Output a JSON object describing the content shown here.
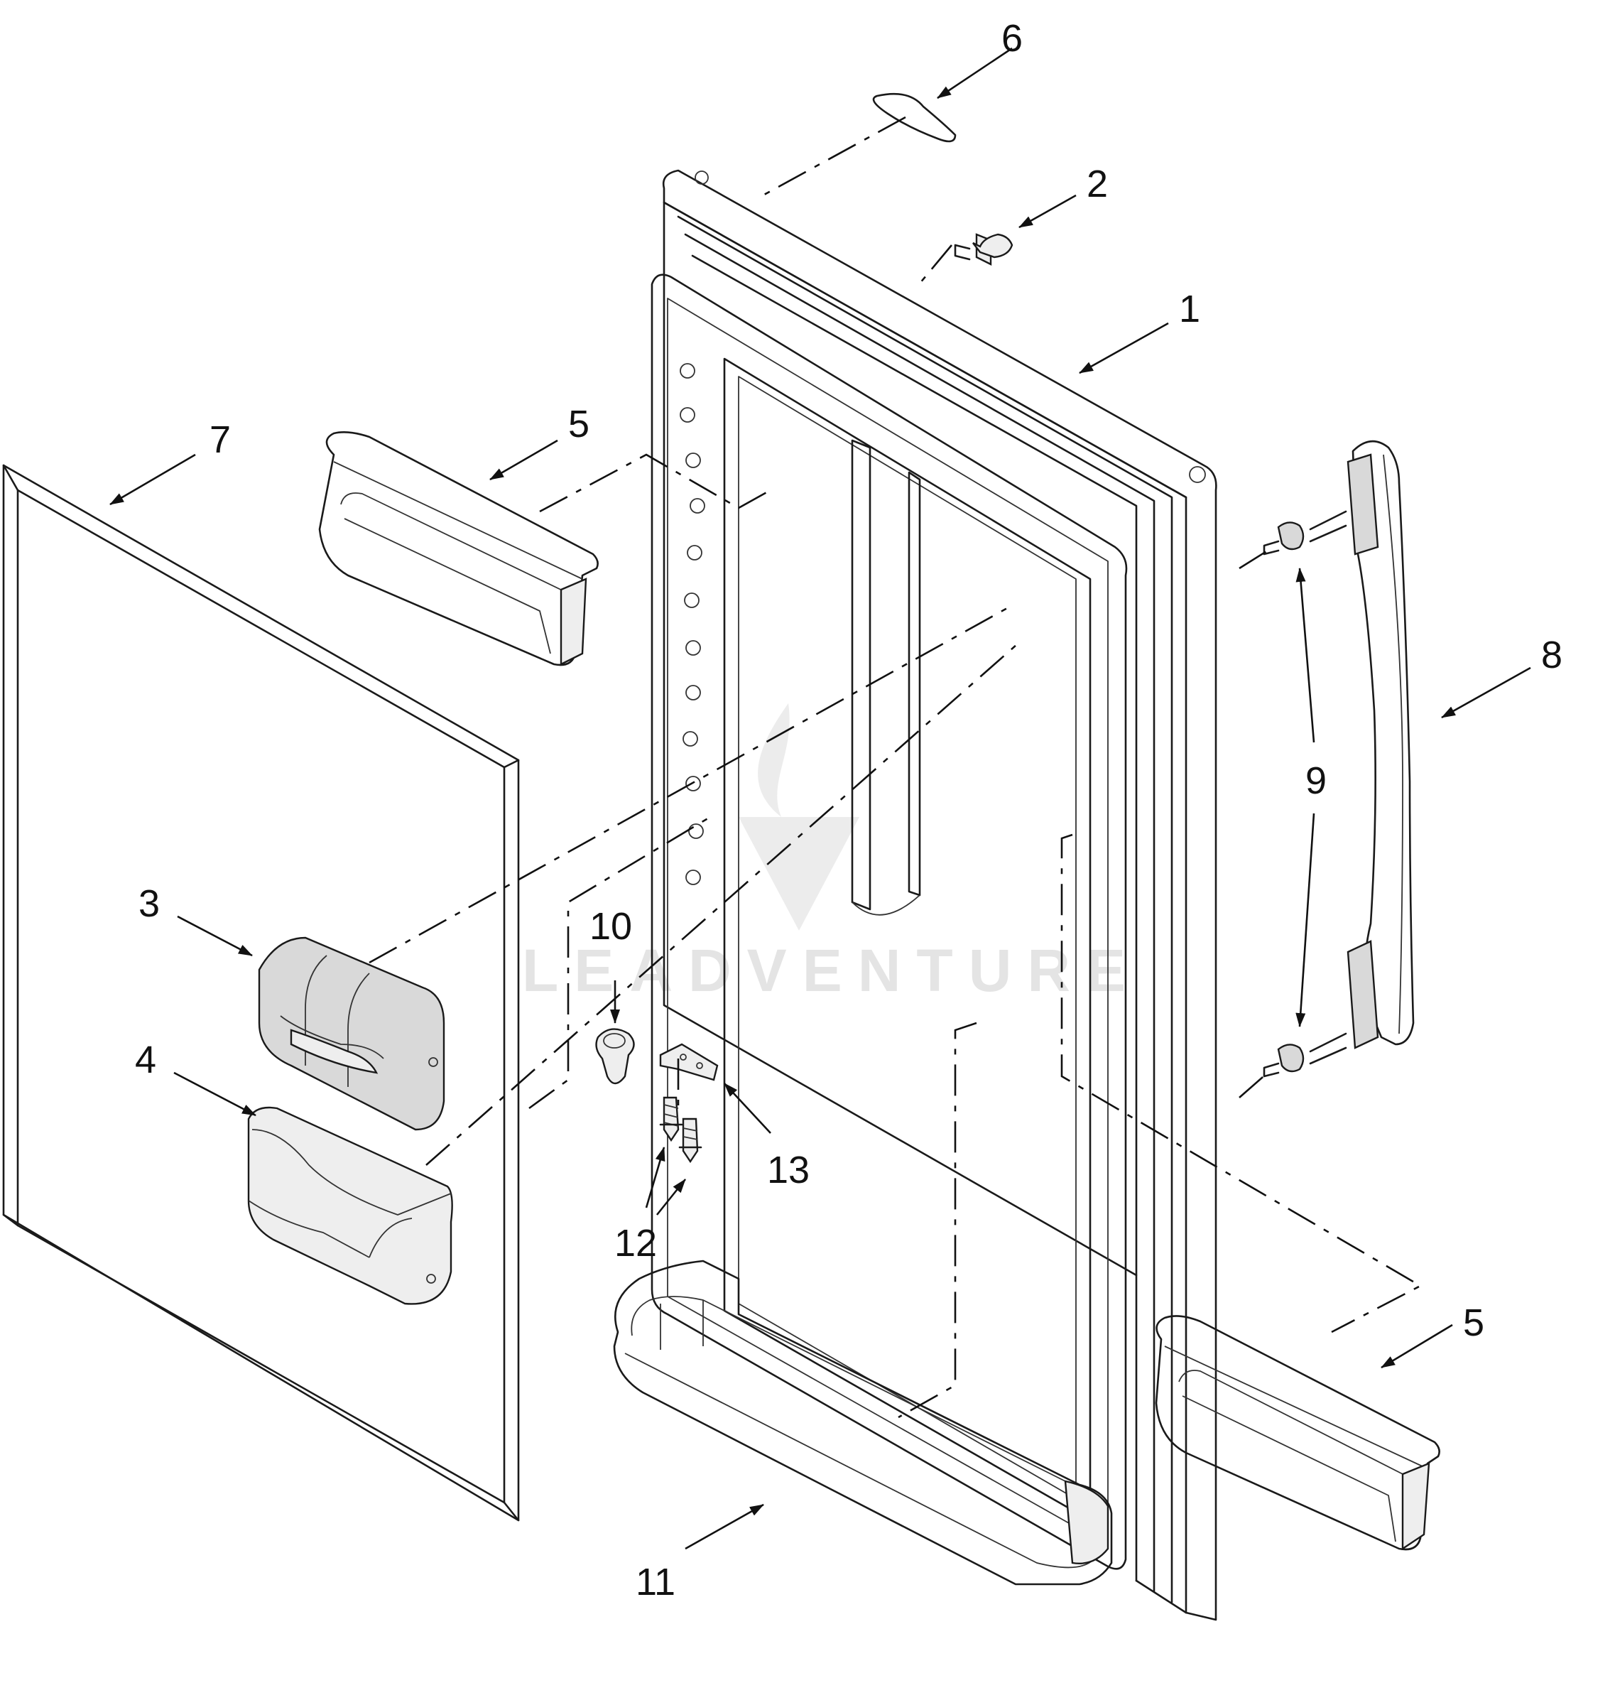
{
  "diagram": {
    "watermark": "LEADVENTURE",
    "callouts": [
      {
        "id": "1",
        "label": "1"
      },
      {
        "id": "2",
        "label": "2"
      },
      {
        "id": "3",
        "label": "3"
      },
      {
        "id": "4",
        "label": "4"
      },
      {
        "id": "5a",
        "label": "5"
      },
      {
        "id": "5b",
        "label": "5"
      },
      {
        "id": "6",
        "label": "6"
      },
      {
        "id": "7",
        "label": "7"
      },
      {
        "id": "8",
        "label": "8"
      },
      {
        "id": "9",
        "label": "9"
      },
      {
        "id": "10",
        "label": "10"
      },
      {
        "id": "11",
        "label": "11"
      },
      {
        "id": "12",
        "label": "12"
      },
      {
        "id": "13",
        "label": "13"
      }
    ]
  }
}
